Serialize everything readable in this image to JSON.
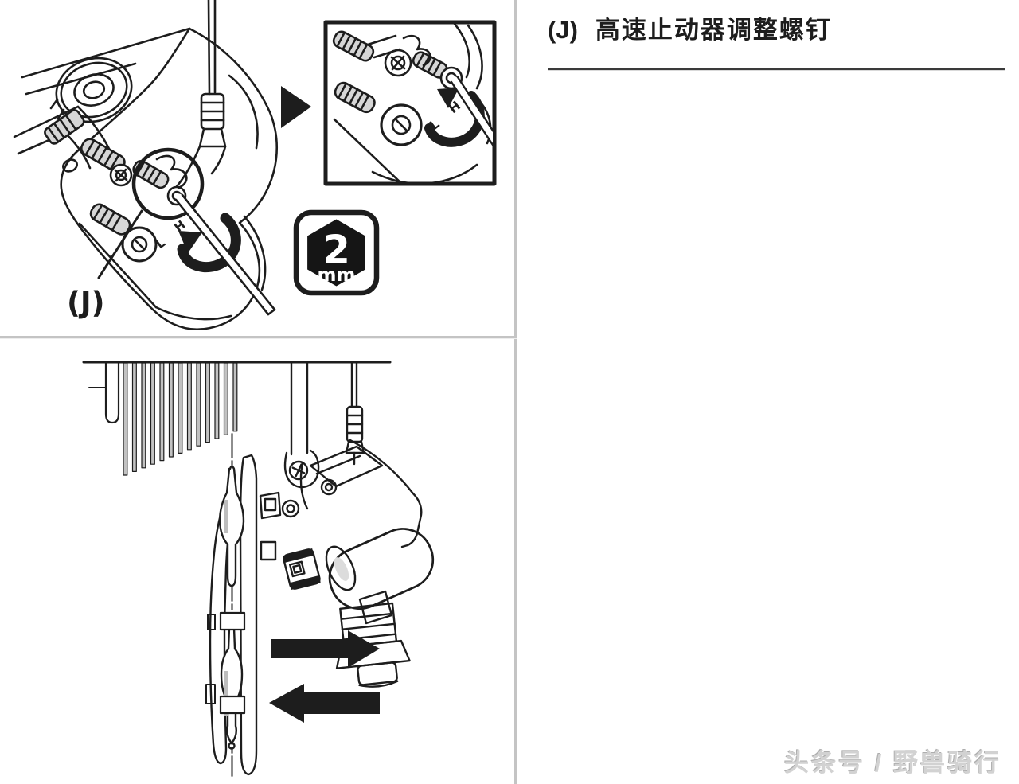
{
  "page": {
    "background": "#ffffff",
    "divider_color": "#c4c4c4",
    "ink_color": "#1d1d1d",
    "rule_color": "#3a3a3a",
    "shade_gray": "#d6d6d6"
  },
  "caption": {
    "key": "(J)",
    "text": "高速止动器调整螺钉"
  },
  "figure_top": {
    "callout_label": "(J)",
    "screw_label_low": "L",
    "screw_label_high": "H",
    "inset_screw_label_low": "L",
    "inset_screw_label_high": "H",
    "tool_badge": {
      "value": "2",
      "unit": "mm"
    }
  },
  "watermark": {
    "text": "头条号 / 野兽骑行"
  }
}
